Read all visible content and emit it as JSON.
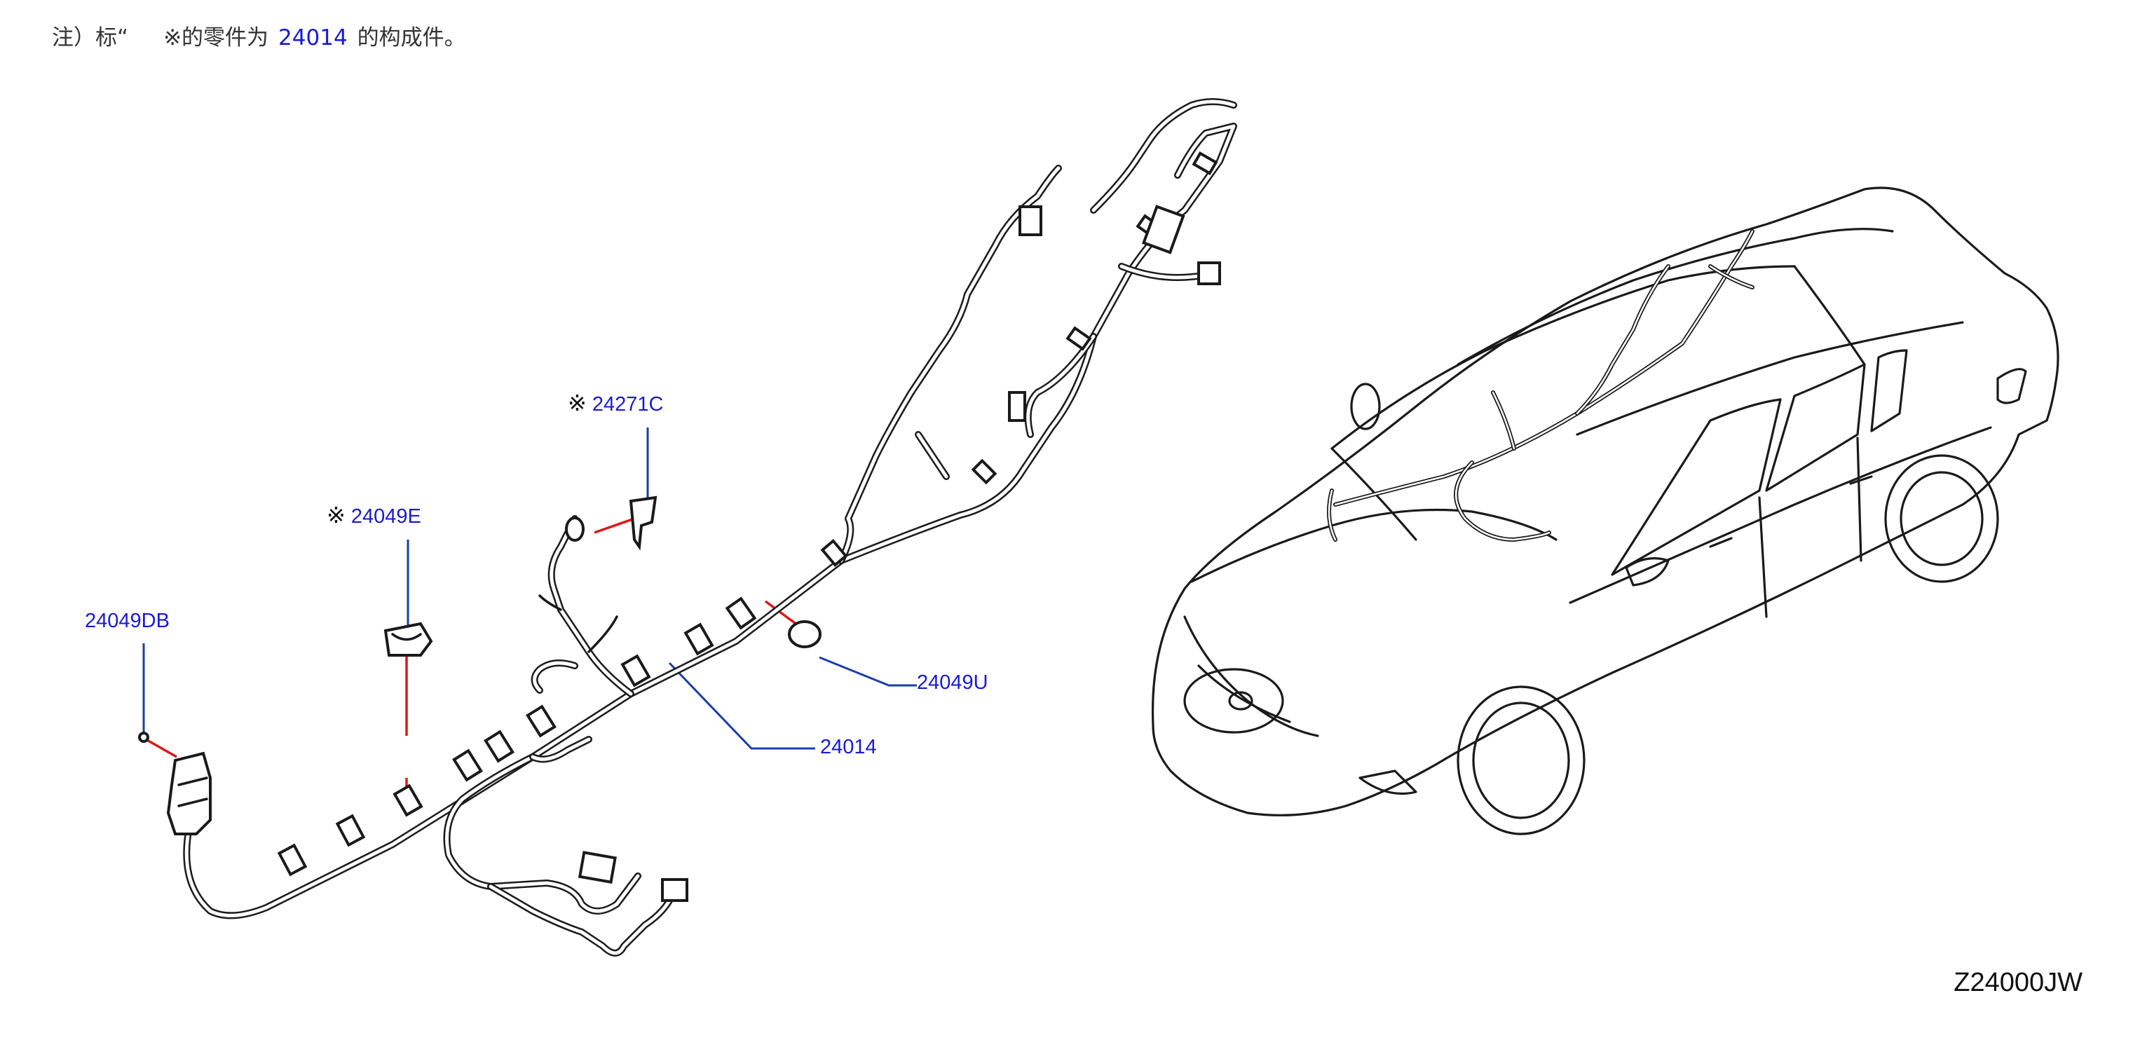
{
  "note": {
    "prefix": "注）标“",
    "mark": "※",
    "middle": "的零件为",
    "part_number": "24014",
    "suffix": "的构成件。"
  },
  "diagram_code": "Z24000JW",
  "callouts": {
    "c24271C": {
      "star": "※",
      "label": "24271C"
    },
    "c24049E": {
      "star": "※",
      "label": "24049E"
    },
    "c24049DB": {
      "label": "24049DB"
    },
    "c24049U": {
      "label": "24049U"
    },
    "c24014": {
      "label": "24014"
    }
  },
  "colors": {
    "callout_text": "#1a1ad6",
    "leader_blue": "#1a3ea8",
    "leader_red": "#e01818",
    "line": "#1a1a1a"
  }
}
